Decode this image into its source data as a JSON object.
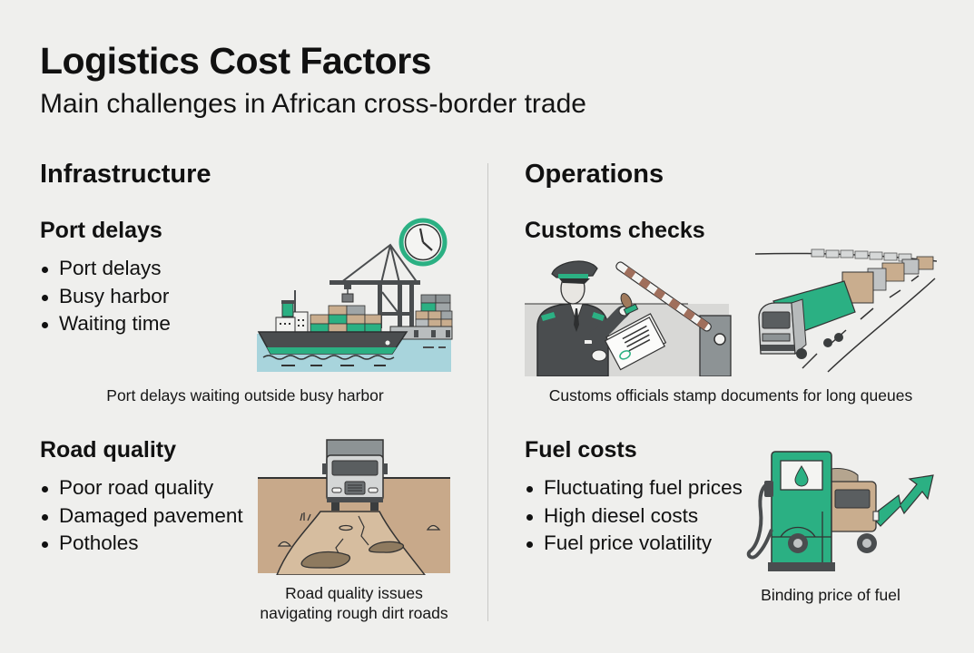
{
  "header": {
    "title": "Logistics Cost Factors",
    "subtitle": "Main challenges in African  cross-border trade"
  },
  "columns": [
    {
      "heading": "Infrastructure",
      "sections": [
        {
          "heading": "Port delays",
          "bullets": [
            "Port delays",
            "Busy harbor",
            "Waiting time"
          ],
          "illustration": "cargo-ship-port-crane-clock",
          "caption": "Port delays waiting outside busy harbor"
        },
        {
          "heading": "Road quality",
          "bullets": [
            "Poor road quality",
            "Damaged pavement",
            "Potholes"
          ],
          "illustration": "truck-on-pothole-dirt-road",
          "caption_lines": [
            "Road quality issues",
            "navigating rough dirt roads"
          ]
        }
      ]
    },
    {
      "heading": "Operations",
      "sections": [
        {
          "heading": "Customs checks",
          "bullets": [],
          "illustration": "customs-officer-stamp-barrier-truck-queue",
          "caption": "Customs officials stamp documents for long queues"
        },
        {
          "heading": "Fuel costs",
          "bullets": [
            "Fluctuating fuel prices",
            "High diesel costs",
            "Fuel price volatility"
          ],
          "illustration": "fuel-pump-truck-rising-arrow",
          "caption": "Binding price of fuel"
        }
      ]
    }
  ],
  "colors": {
    "background": "#efefed",
    "accent_green": "#2bb083",
    "dark_gray": "#4a4d4f",
    "water_blue": "#a8d4dc",
    "dirt_tan": "#c8a98a",
    "truck_tan": "#c9ad8e"
  }
}
